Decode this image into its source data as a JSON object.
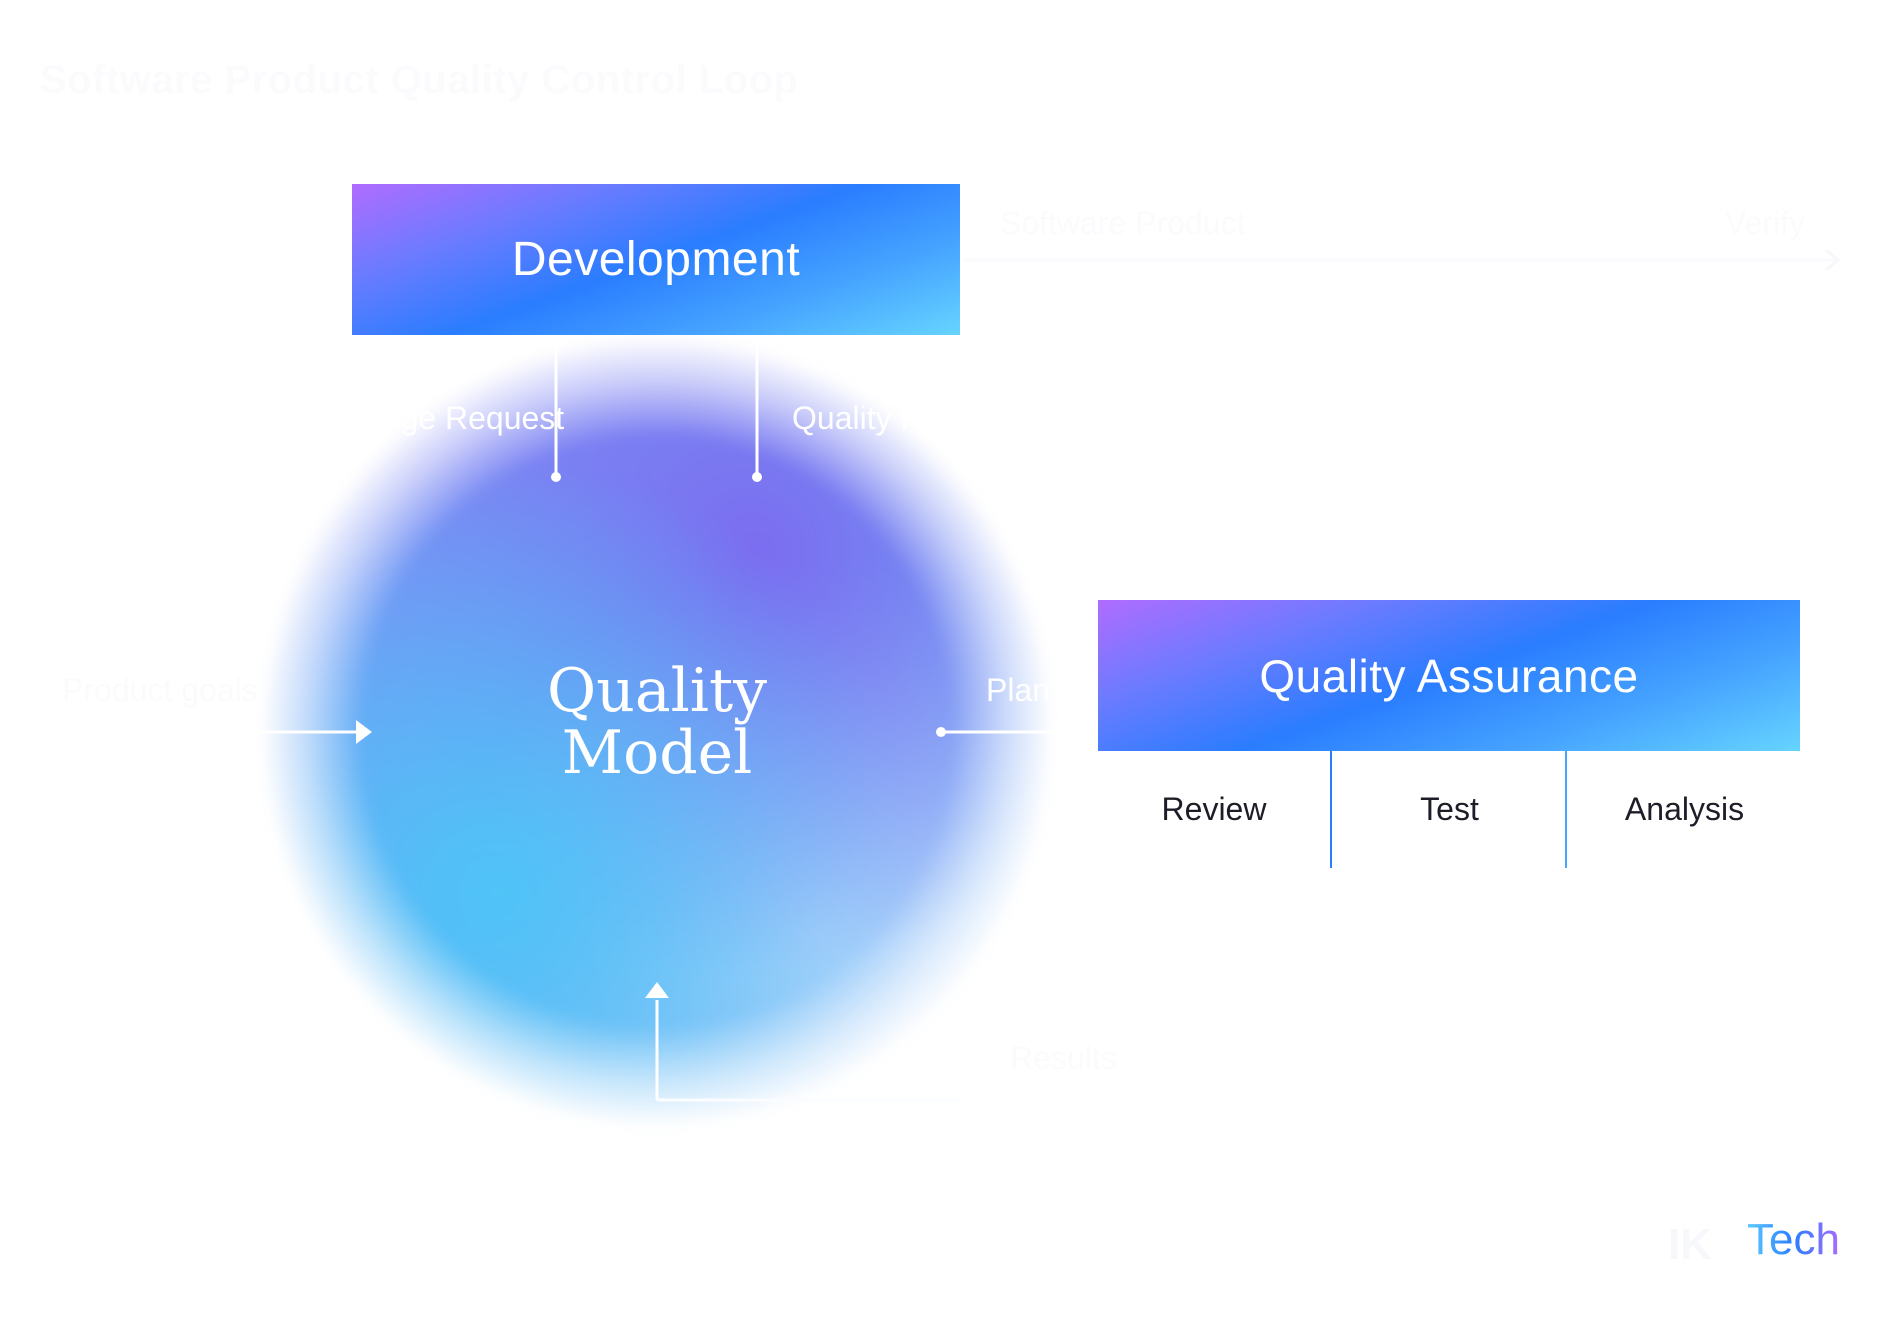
{
  "diagram": {
    "title": "Software Product Quality Control Loop",
    "center": {
      "line1": "Quality",
      "line2": "Model"
    },
    "development": {
      "label": "Development"
    },
    "quality_assurance": {
      "label": "Quality Assurance",
      "activities": [
        "Review",
        "Test",
        "Analysis"
      ]
    },
    "flow_labels": {
      "change_request": "Change Request",
      "quality_requirements": "Quality Requirements",
      "product_goals": "Product goals",
      "plan": "Plan",
      "software_product": "Software Product",
      "verify": "Verify",
      "results": "Results"
    },
    "brand": {
      "logo_text": "IK",
      "name": "Tech"
    },
    "colors": {
      "gradient_start": "#b06cff",
      "gradient_mid": "#2a7dff",
      "gradient_end": "#66d4ff",
      "divider": "#2a7dff",
      "text_dark": "#1d1d28"
    }
  }
}
